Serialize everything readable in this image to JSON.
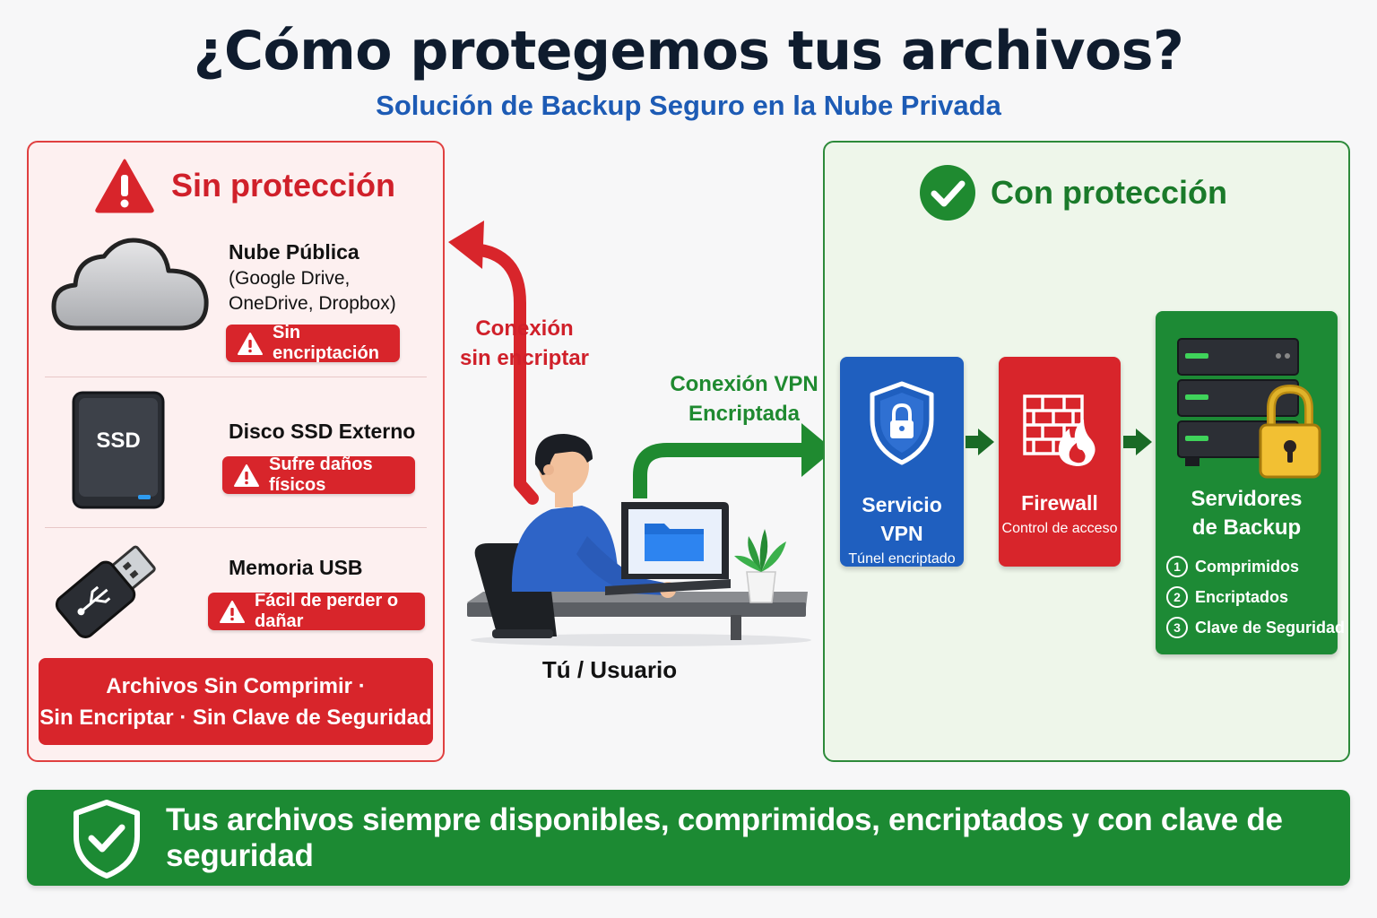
{
  "header": {
    "title": "¿Cómo protegemos tus archivos?",
    "subtitle": "Solución de Backup Seguro en la Nube Privada"
  },
  "left": {
    "heading": "Sin protección",
    "items": [
      {
        "title": "Nube Pública",
        "subtitle_lines": [
          "(Google Drive,",
          "OneDrive, Dropbox)"
        ],
        "badge": "Sin encriptación"
      },
      {
        "title": "Disco SSD Externo",
        "icon_text": "SSD",
        "badge": "Sufre daños físicos"
      },
      {
        "title": "Memoria USB",
        "badge": "Fácil de perder o dañar"
      }
    ],
    "footer_lines": [
      "Archivos Sin Comprimir ·",
      "Sin Encriptar · Sin Clave de Seguridad"
    ]
  },
  "middle": {
    "unencrypted_label_lines": [
      "Conexión",
      "sin encriptar"
    ],
    "vpn_label_lines": [
      "Conexión VPN",
      "Encriptada"
    ],
    "user_label": "Tú / Usuario"
  },
  "right": {
    "heading": "Con protección",
    "vpn_card": {
      "title": "Servicio VPN",
      "subtitle": "Túnel encriptado"
    },
    "firewall_card": {
      "title": "Firewall",
      "subtitle": "Control de acceso"
    },
    "server_card": {
      "title_lines": [
        "Servidores",
        "de Backup"
      ],
      "steps": [
        {
          "num": "1",
          "label": "Comprimidos"
        },
        {
          "num": "2",
          "label": "Encriptados"
        },
        {
          "num": "3",
          "label": "Clave de Seguridad"
        }
      ]
    }
  },
  "banner": {
    "text": "Tus archivos siempre disponibles, comprimidos, encriptados y con clave de seguridad"
  },
  "colors": {
    "danger": "#d8252b",
    "success": "#1c8a33",
    "vpn_blue": "#1f5fbf",
    "title": "#0f1c2e",
    "subtitle": "#1d5bb5"
  },
  "icons": [
    "warning-icon",
    "cloud-icon",
    "ssd-drive-icon",
    "usb-drive-icon",
    "check-circle-icon",
    "shield-lock-icon",
    "firewall-icon",
    "server-rack-icon",
    "padlock-icon",
    "shield-check-icon",
    "user-illustration"
  ]
}
